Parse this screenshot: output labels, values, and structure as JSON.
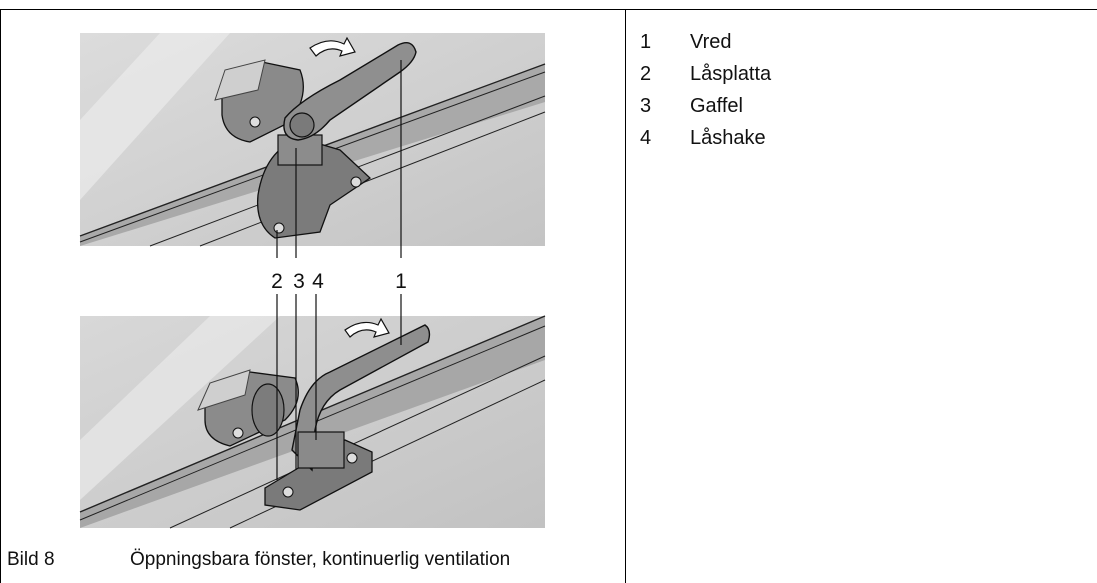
{
  "figure": {
    "caption_label": "Bild 8",
    "caption_text": "Öppningsbara fönster, kontinuerlig ventilation",
    "callouts": [
      "2",
      "3",
      "4",
      "1"
    ]
  },
  "legend": {
    "items": [
      {
        "num": "1",
        "label": "Vred"
      },
      {
        "num": "2",
        "label": "Låsplatta"
      },
      {
        "num": "3",
        "label": "Gaffel"
      },
      {
        "num": "4",
        "label": "Låshake"
      }
    ]
  }
}
